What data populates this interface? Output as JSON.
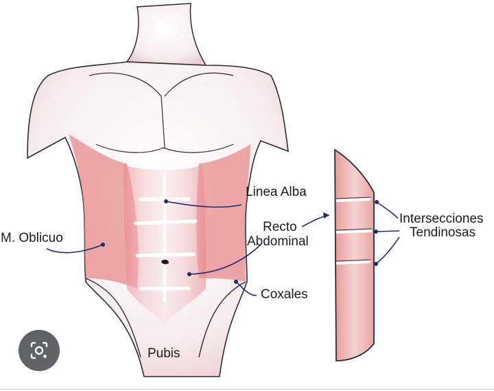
{
  "labels": {
    "linea_alba": "Linea Alba",
    "m_oblicuo": "M. Oblicuo",
    "recto": "Recto",
    "abdominal": "Abdominal",
    "coxales": "Coxales",
    "pubis": "Pubis",
    "intersecciones": "Intersecciones",
    "tendinosas": "Tendinosas"
  },
  "icons": {
    "lens": "google-lens-icon"
  },
  "colors": {
    "skin": "#f3e4e8",
    "muscle": "#e58f8f",
    "leader": "#1f2a6b",
    "outline": "#2a2a2a",
    "lens_bg": "#5f6368"
  }
}
